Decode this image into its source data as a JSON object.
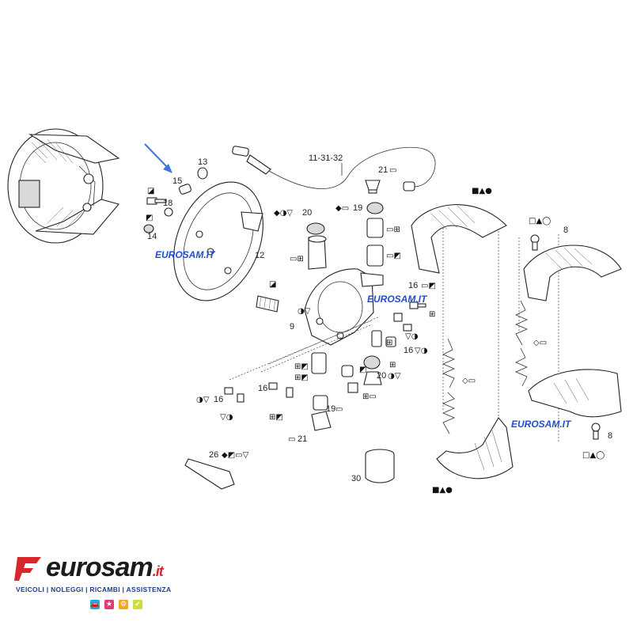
{
  "callouts": {
    "c13": "13",
    "c15": "15",
    "c18": "18",
    "c14": "14",
    "c12": "12",
    "c11": "11-31-32",
    "c21a": "21",
    "c20a": "20",
    "c19a": "19",
    "c9": "9",
    "c16a": "16",
    "c16b": "16",
    "c16c": "16",
    "c16d": "16",
    "c20b": "20",
    "c19b": "19",
    "c21b": "21",
    "c26": "26",
    "c30": "30",
    "c8a": "8",
    "c8b": "8"
  },
  "symbols": {
    "s18": "◪",
    "s14": "◩",
    "s21a": "▭",
    "s20a": "◆◑▽",
    "s19a": "◆▭",
    "s19a2": "▭⊞",
    "sa1": "▭◩",
    "sa2": "▭⊞",
    "s9a": "◪",
    "s9b": "◑▽",
    "s16a": "▭◩",
    "s16a2": "⊞",
    "s16b": "▽◑",
    "s16c": "▽◑",
    "sm1": "⊞◩",
    "sm2": "⊞◩",
    "sm3": "⊞",
    "s20b": "◑▽",
    "s20b2": "◩",
    "sm4": "⊞",
    "s16l": "◑▽",
    "s16l2": "▽◑",
    "sm5": "⊞◩",
    "sm6": "⊞▭",
    "s19b": "▭",
    "s21b": "▭",
    "s26": "◆◩▭▽",
    "sshoeTop": "■▲●",
    "sshoeBot": "■▲●",
    "s8a": "□▲◯",
    "s8b": "□▲◯",
    "sspringA": "◇▭",
    "sspringB": "◇▭"
  },
  "watermarks": {
    "w1": "EUROSAM.IT",
    "w2": "EUROSAM.IT",
    "w3": "EUROSAM.IT"
  },
  "logo": {
    "name": "eurosam",
    "tld": ".it",
    "tagline": "VEICOLI | NOLEGGI | RICAMBI | ASSISTENZA"
  },
  "colors": {
    "arrow": "#3b78d8",
    "watermark": "#1f4fd0",
    "logo_red": "#d7262e",
    "logo_blue": "#1d3f8f",
    "icon1": "#27a7e1",
    "icon2": "#e5367c",
    "icon3": "#f5a623",
    "icon4": "#cddc39"
  }
}
